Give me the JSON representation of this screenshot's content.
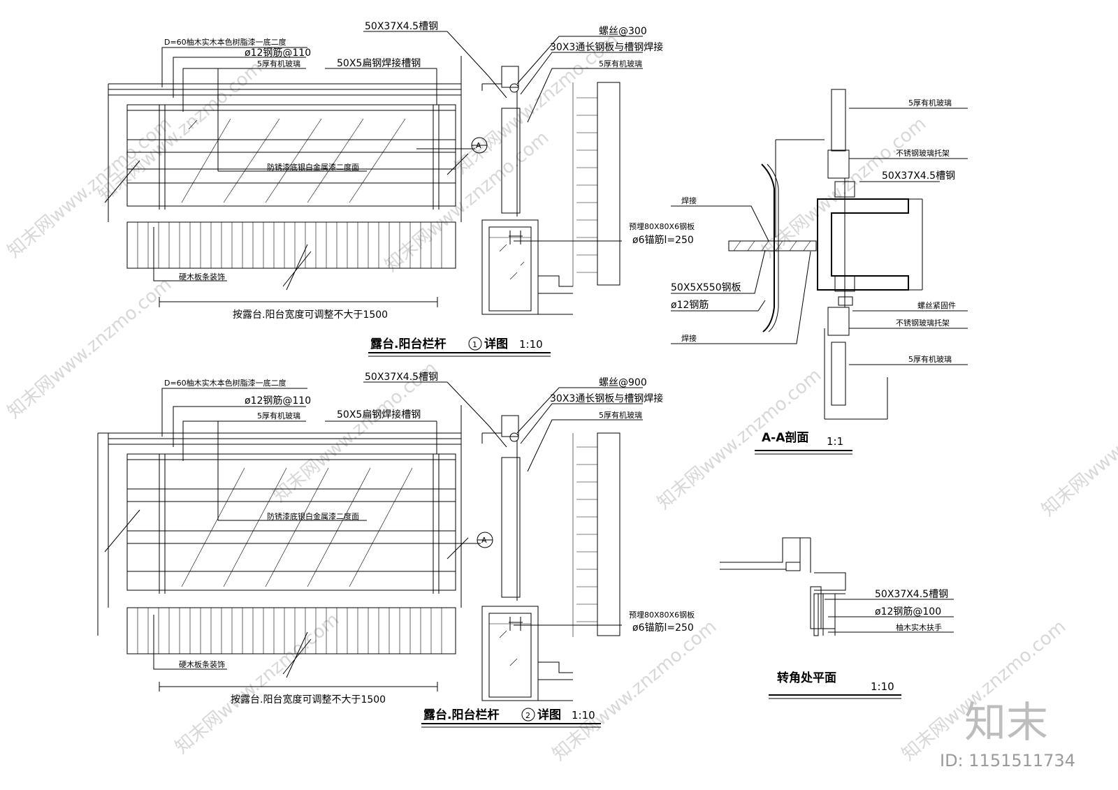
{
  "detail1": {
    "labels": {
      "handrail": "D=60柚木实木本色树脂漆一底二度",
      "rebar": "ø12钢筋@110",
      "glass": "5厚有机玻璃",
      "flat_steel": "50X5扁钢焊接槽钢",
      "paint": "防锈漆底银白金属漆二度面",
      "wood": "硬木板条装饰",
      "width_note": "按露台.阳台宽度可调整不大于1500",
      "channel": "50X37X4.5槽钢",
      "screw": "螺丝@300",
      "plate": "30X3通长钢板与槽钢焊接",
      "glass_sec": "5厚有机玻璃",
      "embed": "预埋80X80X6钢板",
      "anchor": "ø6锚筋l=250",
      "section_mark": "A"
    },
    "title": "露台.阳台栏杆",
    "num": "1",
    "title_suffix": "详图",
    "scale": "1:10"
  },
  "detail2": {
    "labels": {
      "handrail": "D=60柚木实木本色树脂漆一底二度",
      "rebar": "ø12钢筋@110",
      "glass": "5厚有机玻璃",
      "flat_steel": "50X5扁钢焊接槽钢",
      "paint": "防锈漆底银白金属漆二度面",
      "wood": "硬木板条装饰",
      "width_note": "按露台.阳台宽度可调整不大于1500",
      "channel": "50X37X4.5槽钢",
      "screw": "螺丝@900",
      "plate": "30X3通长钢板与槽钢焊接",
      "glass_sec": "5厚有机玻璃",
      "embed": "预埋80X80X6钢板",
      "anchor": "ø6锚筋l=250",
      "section_mark": "A"
    },
    "title": "露台.阳台栏杆",
    "num": "2",
    "title_suffix": "详图",
    "scale": "1:10"
  },
  "section": {
    "labels": {
      "glass_top": "5厚有机玻璃",
      "holder_top": "不锈钢玻璃托架",
      "channel": "50X37X4.5槽钢",
      "weld_top": "焊接",
      "plate": "50X5X550钢板",
      "rebar": "ø12钢筋",
      "weld_bottom": "焊接",
      "bolt": "螺丝紧固件",
      "holder_bottom": "不锈钢玻璃托架",
      "glass_bottom": "5厚有机玻璃"
    },
    "title": "A-A剖面",
    "scale": "1:1"
  },
  "corner": {
    "labels": {
      "channel": "50X37X4.5槽钢",
      "rebar": "ø12钢筋@100",
      "handrail": "柚木实木扶手"
    },
    "title": "转角处平面",
    "scale": "1:10"
  },
  "watermark": {
    "text": "知末网www.znzmo.com",
    "brand": "知末",
    "id": "ID: 1151511734"
  }
}
